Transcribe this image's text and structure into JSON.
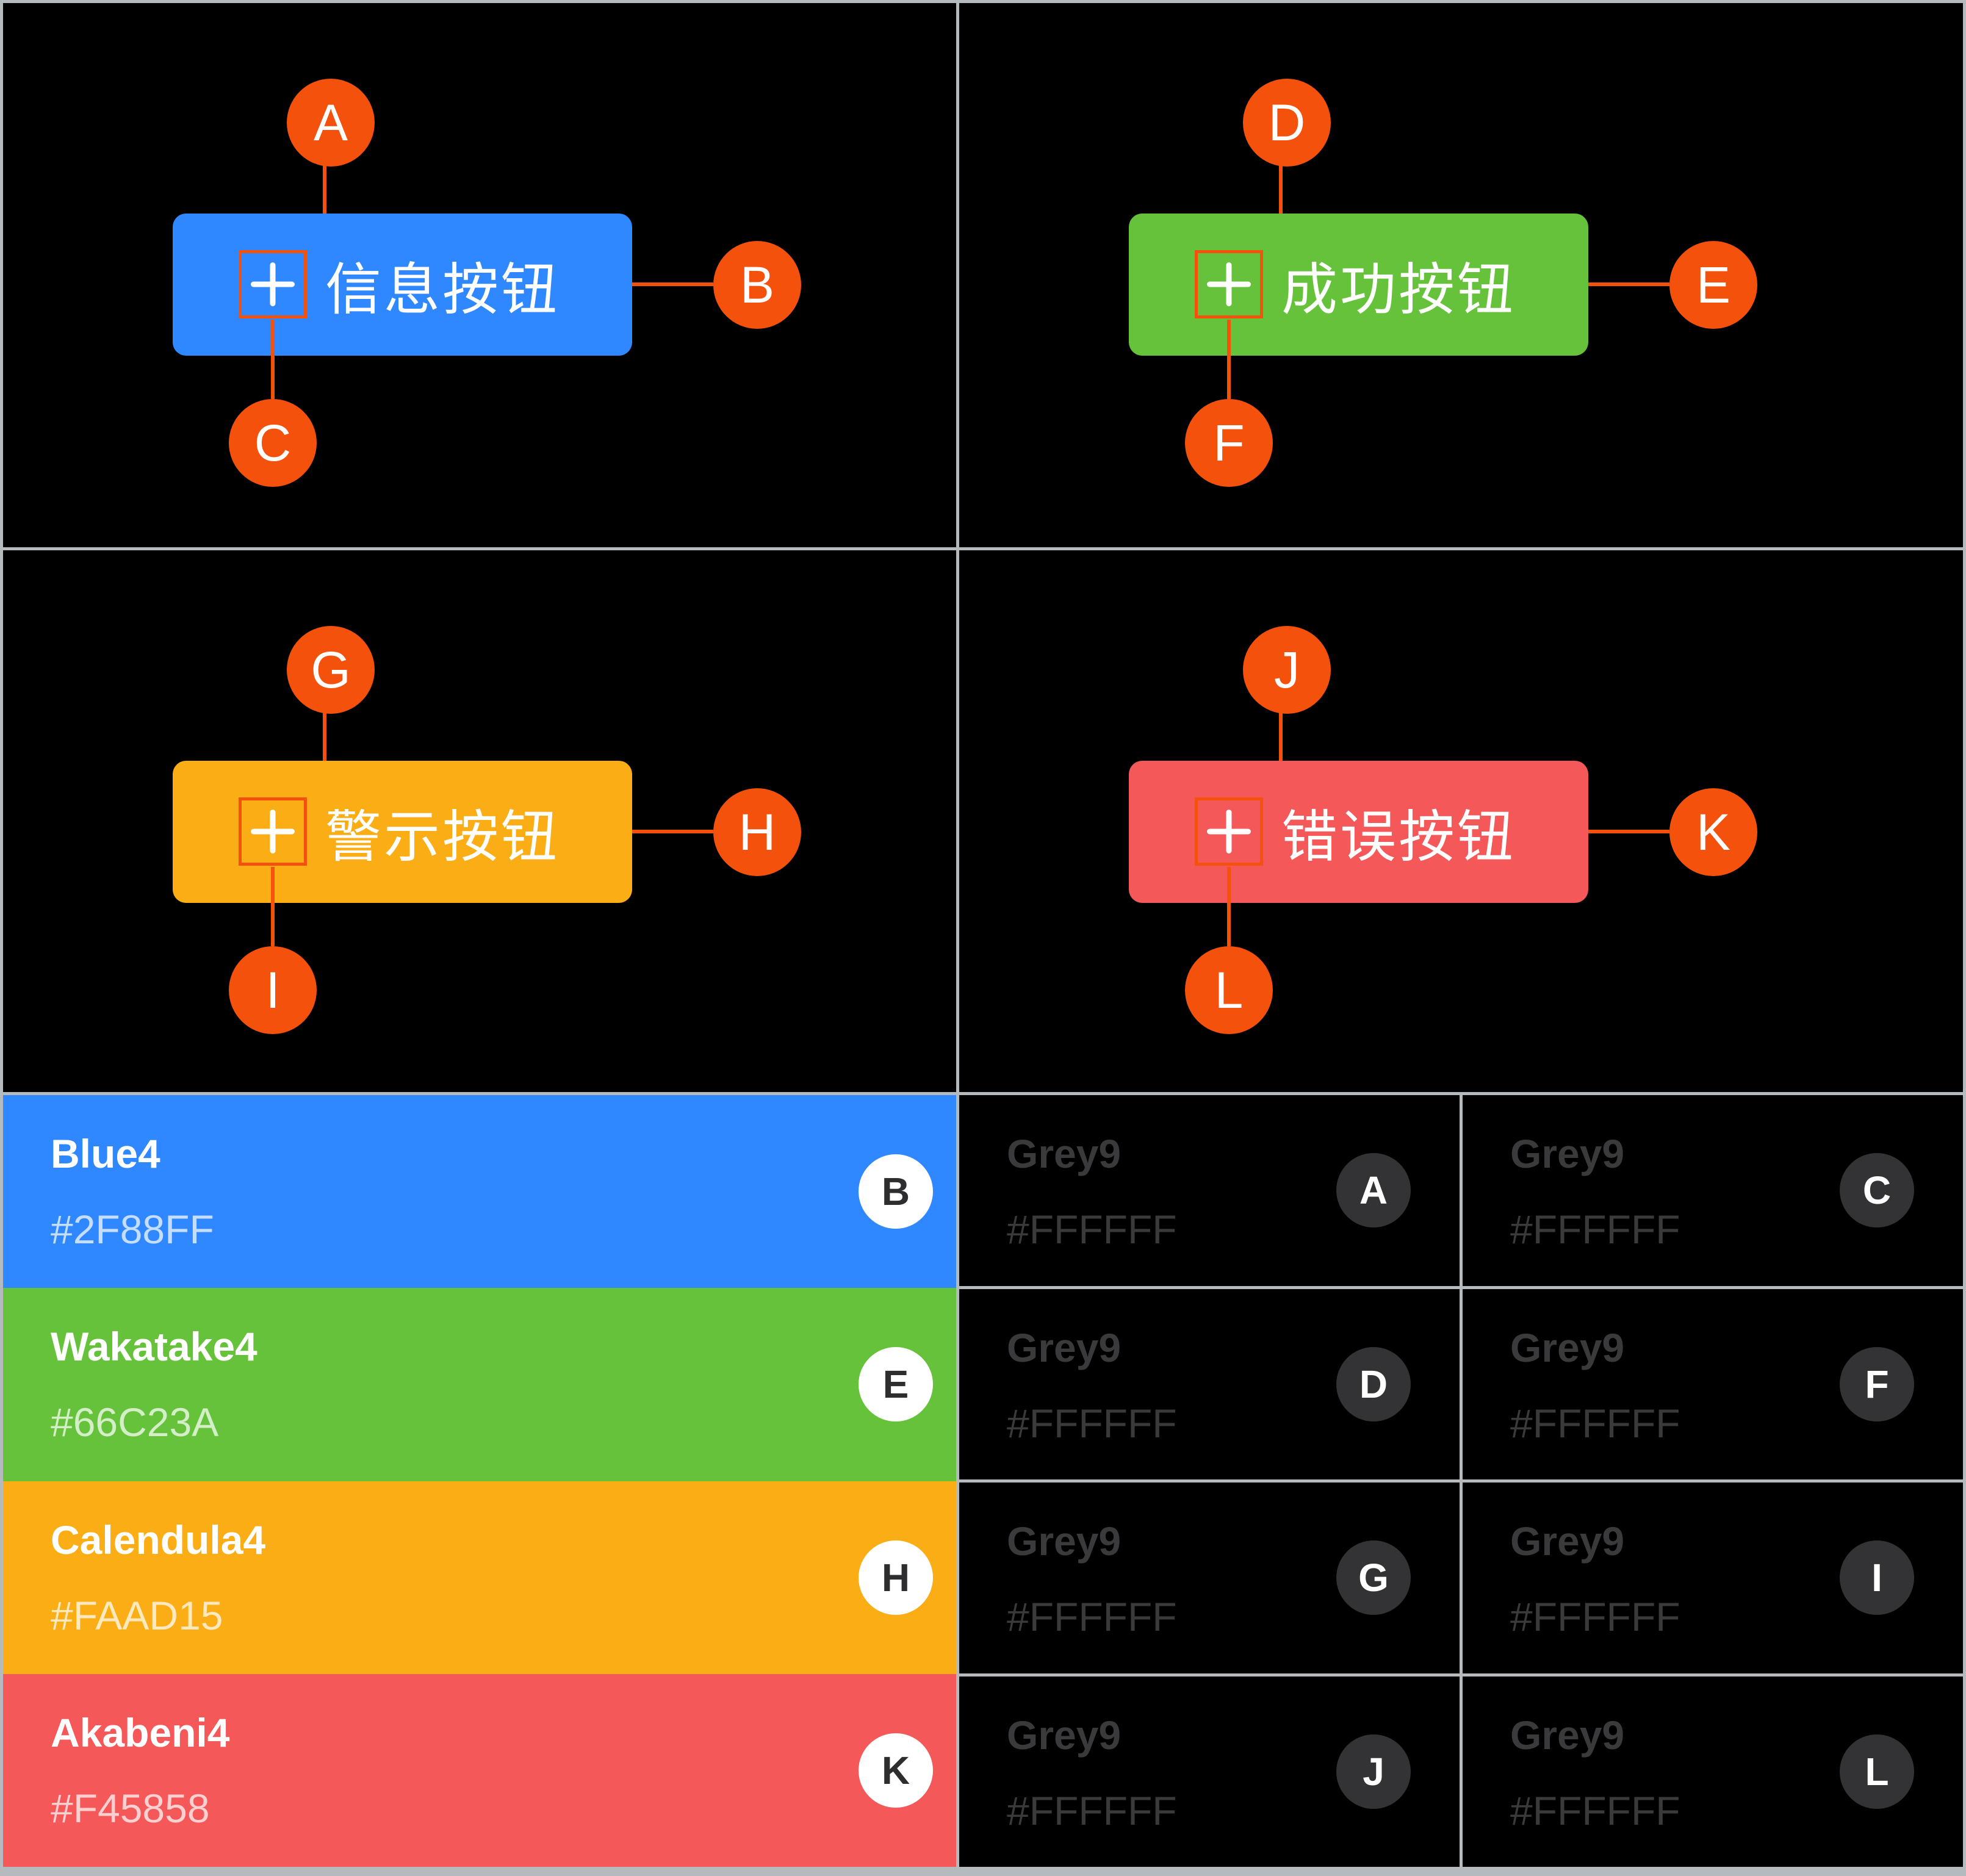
{
  "colors": {
    "annotation_orange": "#F4510C",
    "panel_background": "#000000",
    "divider_grey": "#B4BABE",
    "dark_badge_grey": "#333335",
    "grey_swatch_text": "#3A3A3C",
    "white": "#FFFFFF"
  },
  "panels": [
    {
      "label": "信息按钮",
      "color": "#2F88FF",
      "top_letter": "A",
      "right_letter": "B",
      "bottom_letter": "C"
    },
    {
      "label": "成功按钮",
      "color": "#66C23A",
      "top_letter": "D",
      "right_letter": "E",
      "bottom_letter": "F"
    },
    {
      "label": "警示按钮",
      "color": "#FAAD15",
      "top_letter": "G",
      "right_letter": "H",
      "bottom_letter": "I"
    },
    {
      "label": "错误按钮",
      "color": "#F45858",
      "top_letter": "J",
      "right_letter": "K",
      "bottom_letter": "L"
    }
  ],
  "swatches": [
    {
      "name": "Blue4",
      "hex": "#2F88FF",
      "letter": "B"
    },
    {
      "name": "Wakatake4",
      "hex": "#66C23A",
      "letter": "E"
    },
    {
      "name": "Calendula4",
      "hex": "#FAAD15",
      "letter": "H"
    },
    {
      "name": "Akabeni4",
      "hex": "#F45858",
      "letter": "K"
    }
  ],
  "grey_swatches": [
    {
      "name": "Grey9",
      "hex": "#FFFFFF",
      "letter": "A"
    },
    {
      "name": "Grey9",
      "hex": "#FFFFFF",
      "letter": "C"
    },
    {
      "name": "Grey9",
      "hex": "#FFFFFF",
      "letter": "D"
    },
    {
      "name": "Grey9",
      "hex": "#FFFFFF",
      "letter": "F"
    },
    {
      "name": "Grey9",
      "hex": "#FFFFFF",
      "letter": "G"
    },
    {
      "name": "Grey9",
      "hex": "#FFFFFF",
      "letter": "I"
    },
    {
      "name": "Grey9",
      "hex": "#FFFFFF",
      "letter": "J"
    },
    {
      "name": "Grey9",
      "hex": "#FFFFFF",
      "letter": "L"
    }
  ]
}
